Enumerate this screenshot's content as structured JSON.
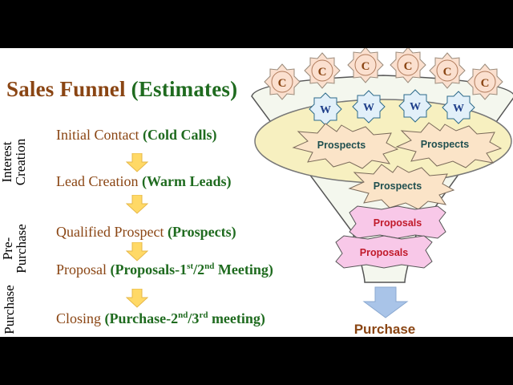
{
  "title": {
    "part1": "Sales Funnel",
    "part2": "(Estimates)"
  },
  "stages": [
    {
      "main": "Initial Contact ",
      "detail": "(Cold Calls)"
    },
    {
      "main": "Lead Creation ",
      "detail": "(Warm Leads)"
    },
    {
      "main": "Qualified Prospect ",
      "detail": "(Prospects)"
    },
    {
      "main": "Proposal ",
      "detail_a": "(Proposals-1",
      "sup_a": "st",
      "detail_b": "/2",
      "sup_b": "nd",
      "detail_c": " Meeting)"
    },
    {
      "main": "Closing ",
      "detail_a": "(Purchase-2",
      "sup_a": "nd",
      "detail_b": "/3",
      "sup_b": "rd",
      "detail_c": " meeting)"
    }
  ],
  "phases": [
    {
      "line1": "Interest",
      "line2": "Creation"
    },
    {
      "line1": "Pre-",
      "line2": "Purchase"
    },
    {
      "line1": "Purchase"
    }
  ],
  "funnel": {
    "cold_badge": "C",
    "warm_badge": "W",
    "prospects_label": "Prospects",
    "proposals_label": "Proposals",
    "purchase_label": "Purchase"
  },
  "colors": {
    "brown": "#8a4513",
    "green": "#1f6b1f",
    "arrow_fill": "#ffd966",
    "funnel_fill": "#f4f7ee",
    "ellipse_fill": "#f7f0c0",
    "warm_fill": "#e2f0f9",
    "prospect_fill": "#fbe4c8",
    "proposal_fill": "#f8c8e8",
    "purchase_arrow": "#a9c4e8",
    "cold_fill": "#fbe0cf"
  }
}
